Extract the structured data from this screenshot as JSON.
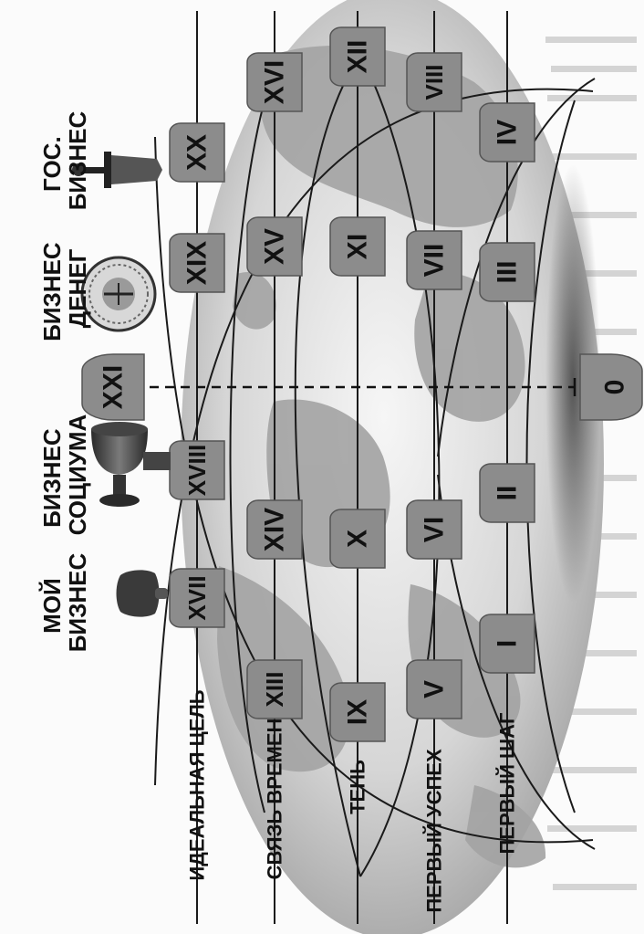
{
  "level_labels": [
    "ИДЕАЛЬНАЯ ЦЕЛЬ",
    "СВЯЗЬ ВРЕМЕН",
    "ТЕНЬ",
    "ПЕРВЫЙ УСПЕХ",
    "ПЕРВЫЙ ШАГ"
  ],
  "business_labels": [
    [
      "МОЙ",
      "БИЗНЕС"
    ],
    [
      "БИЗНЕС",
      "СОЦИУМА"
    ],
    [
      "БИЗНЕС",
      "ДЕНЕГ"
    ],
    [
      "ГОС.",
      "БИЗНЕС"
    ]
  ],
  "business_icons": [
    "wand-icon",
    "cup-icon",
    "coin-icon",
    "sword-icon"
  ],
  "arcana": {
    "top": "XXI",
    "bottom": "0",
    "row_ideal": [
      "XVII",
      "XVIII",
      "XIX",
      "XX"
    ],
    "row_time": [
      "XIII",
      "XIV",
      "XV",
      "XVI"
    ],
    "row_shadow": [
      "IX",
      "X",
      "XI",
      "XII"
    ],
    "row_success": [
      "V",
      "VI",
      "VII",
      "VIII"
    ],
    "row_first": [
      "I",
      "II",
      "III",
      "IV"
    ]
  },
  "colors": {
    "badge": "#8c8c8c",
    "ink": "#111111",
    "globe": "#9a9a9a"
  }
}
